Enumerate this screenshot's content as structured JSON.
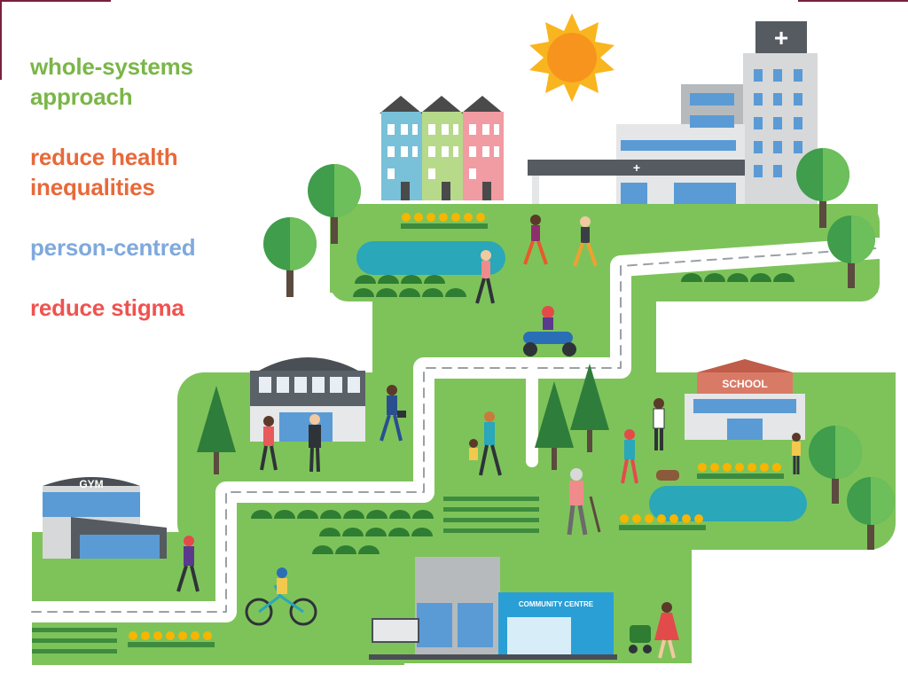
{
  "labels": [
    {
      "text": "whole-systems approach",
      "color": "#7ab648"
    },
    {
      "text": "reduce health inequalities",
      "color": "#e8693a"
    },
    {
      "text": "person-centred",
      "color": "#7fa9dc"
    },
    {
      "text": "reduce stigma",
      "color": "#ef5350"
    }
  ],
  "buildings": {
    "gym": "GYM",
    "school": "SCHOOL",
    "community_centre": "COMMUNITY CENTRE",
    "hospital_cross": "+"
  },
  "colors": {
    "grass": "#7ec35a",
    "grass_dark": "#3d8b3d",
    "road": "#ffffff",
    "pond": "#2aa7b8",
    "sun": "#f9b51f",
    "tree": "#3f9d4b"
  }
}
